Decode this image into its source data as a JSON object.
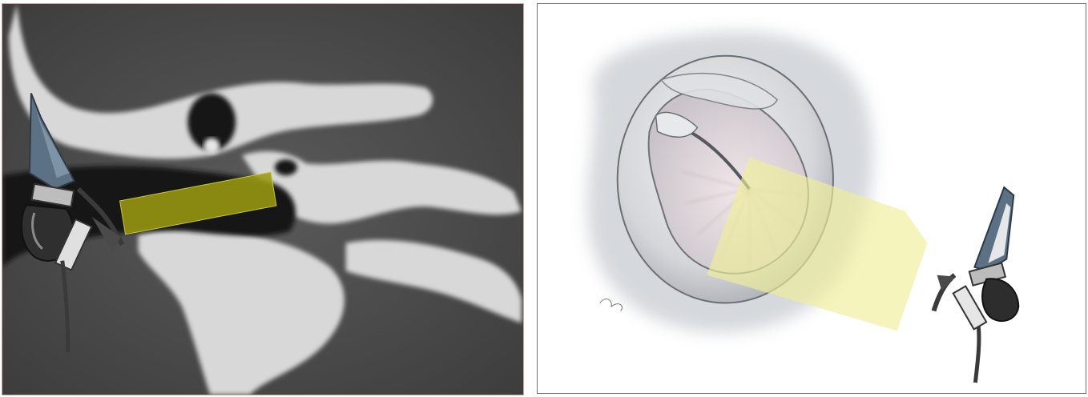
{
  "figure": {
    "panels": [
      {
        "id": "ct-scan",
        "kind": "grayscale coronal CT slice of temporal bone with yellow-green beam overlay and instrument icon"
      },
      {
        "id": "otoscope-drawing",
        "kind": "watercolor illustration of tympanic membrane with translucent yellow beam and instrument icon"
      }
    ]
  },
  "colors": {
    "ct_background": "#4e4e4e",
    "bone": "#d9d9d9",
    "air": "#161616",
    "beam_ct": "#9a9a12",
    "beam_drawing": "#f0ee9a",
    "instrument_blue": "#5d7184",
    "instrument_gray": "#9a9a9a",
    "drawing_shadow": "#cdd0d4"
  },
  "icons": [
    "instrument-icon",
    "instrument-icon"
  ]
}
